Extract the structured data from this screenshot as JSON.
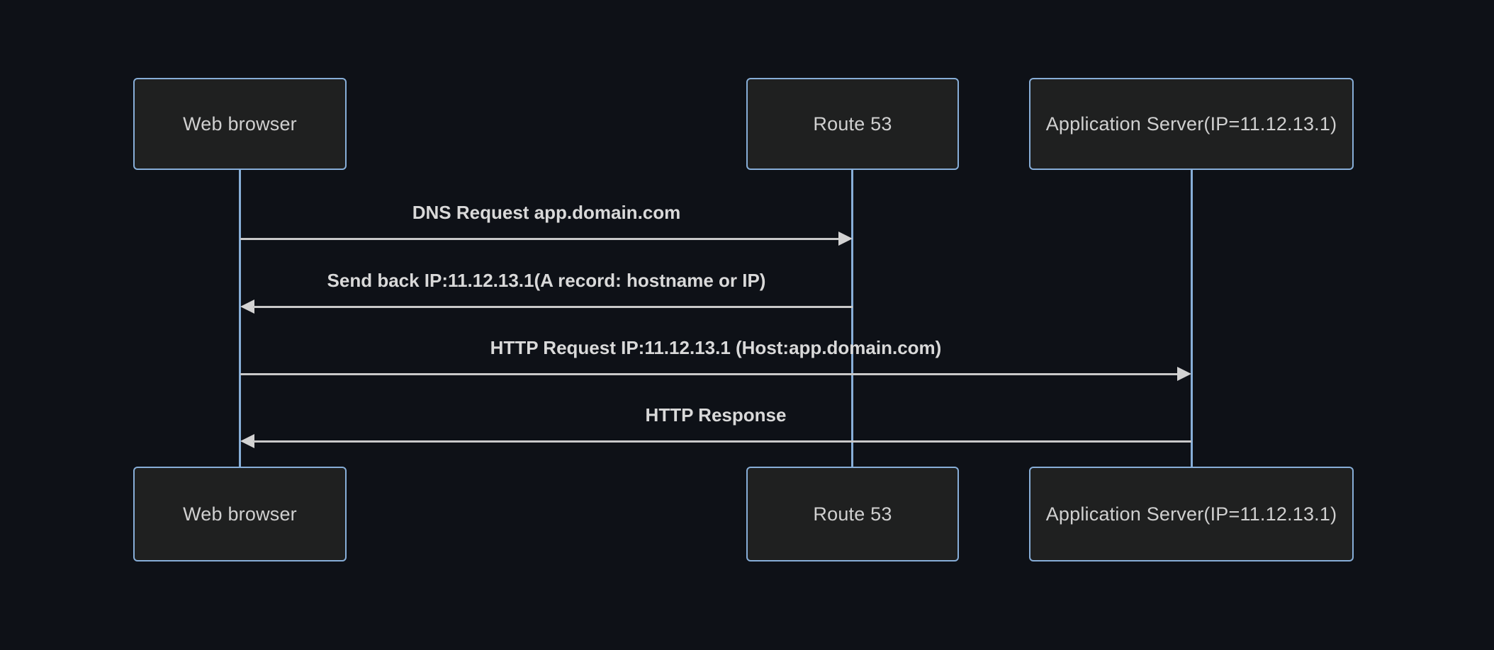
{
  "diagram": {
    "type": "sequence",
    "colors": {
      "background": "#0e1117",
      "actor_fill": "#1f2020",
      "actor_border": "#87aed8",
      "lifeline": "#87aed8",
      "signal_line": "#c9c9c9",
      "signal_text": "#d9d9d9",
      "actor_text": "#d0d0d0"
    },
    "actors": [
      {
        "id": "web-browser",
        "label": "Web browser"
      },
      {
        "id": "route-53",
        "label": "Route 53"
      },
      {
        "id": "app-server",
        "label": "Application Server(IP=11.12.13.1)"
      }
    ],
    "messages": [
      {
        "from": "web-browser",
        "to": "route-53",
        "direction": "right",
        "label": "DNS Request app.domain.com"
      },
      {
        "from": "route-53",
        "to": "web-browser",
        "direction": "left",
        "label": "Send back IP:11.12.13.1(A record: hostname or IP)"
      },
      {
        "from": "web-browser",
        "to": "app-server",
        "direction": "right",
        "label": "HTTP Request IP:11.12.13.1 (Host:app.domain.com)"
      },
      {
        "from": "app-server",
        "to": "web-browser",
        "direction": "left",
        "label": "HTTP Response"
      }
    ]
  }
}
